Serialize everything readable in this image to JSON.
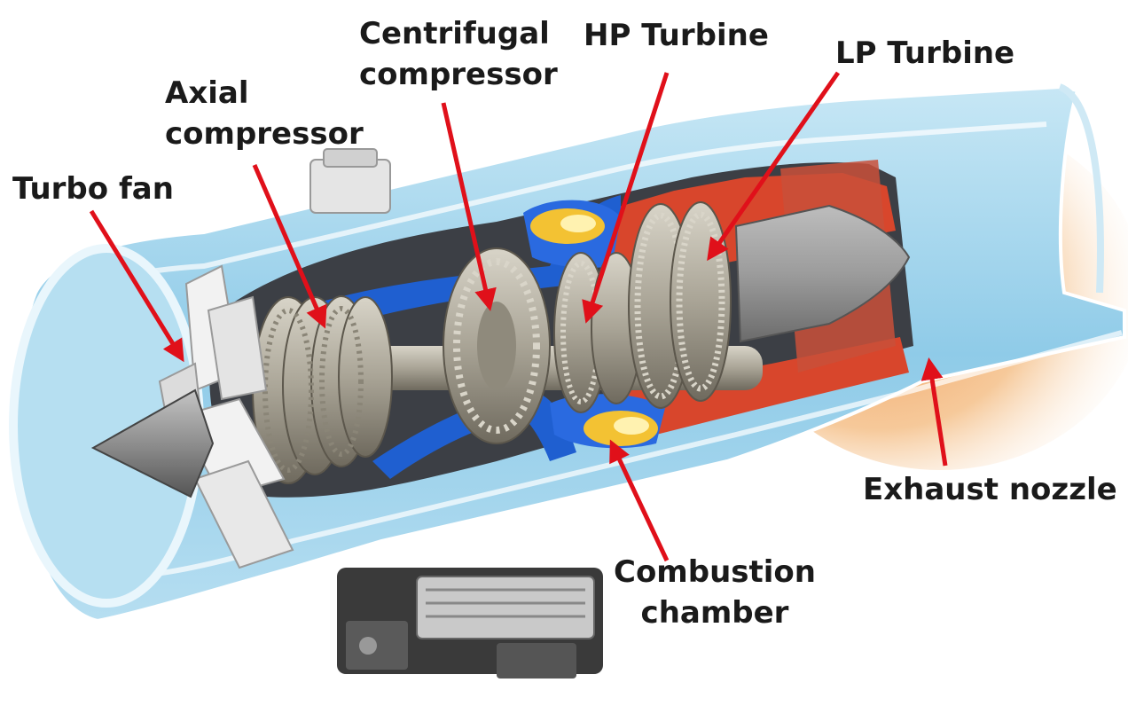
{
  "labels": {
    "turbo_fan": "Turbo fan",
    "axial_compressor": [
      "Axial",
      "compressor"
    ],
    "centrifugal_compressor": [
      "Centrifugal",
      "compressor"
    ],
    "hp_turbine": "HP Turbine",
    "lp_turbine": "LP Turbine",
    "exhaust_nozzle": "Exhaust nozzle",
    "combustion_chamber": [
      "Combustion",
      "chamber"
    ]
  },
  "colors": {
    "arrow": "#e0101a",
    "casing": "#a9d8ee",
    "casing_dark": "#6fb8dc",
    "metal": "#b9b4a6",
    "metal_dark": "#7f7a6e",
    "duct_blue": "#1f5fd0",
    "hot_red": "#d8462c",
    "flame": "#f3c233",
    "exhaust_glow": "#f2b27a"
  }
}
